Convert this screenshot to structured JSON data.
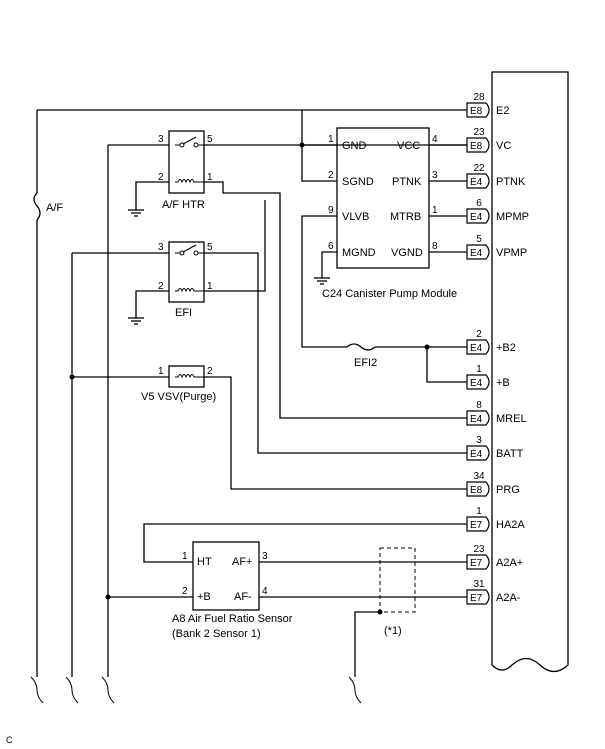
{
  "ecm": {
    "terminals": [
      {
        "pin": "28",
        "conn": "E8",
        "signal": "E2"
      },
      {
        "pin": "23",
        "conn": "E8",
        "signal": "VC"
      },
      {
        "pin": "22",
        "conn": "E4",
        "signal": "PTNK"
      },
      {
        "pin": "6",
        "conn": "E4",
        "signal": "MPMP"
      },
      {
        "pin": "5",
        "conn": "E4",
        "signal": "VPMP"
      },
      {
        "pin": "2",
        "conn": "E4",
        "signal": "+B2"
      },
      {
        "pin": "1",
        "conn": "E4",
        "signal": "+B"
      },
      {
        "pin": "8",
        "conn": "E4",
        "signal": "MREL"
      },
      {
        "pin": "3",
        "conn": "E4",
        "signal": "BATT"
      },
      {
        "pin": "34",
        "conn": "E8",
        "signal": "PRG"
      },
      {
        "pin": "1",
        "conn": "E7",
        "signal": "HA2A"
      },
      {
        "pin": "23",
        "conn": "E7",
        "signal": "A2A+"
      },
      {
        "pin": "31",
        "conn": "E7",
        "signal": "A2A-"
      }
    ]
  },
  "fuses": {
    "af": "A/F",
    "efi2": "EFI2"
  },
  "relays": {
    "af_htr": {
      "name": "A/F HTR",
      "pins": [
        "3",
        "5",
        "2",
        "1"
      ]
    },
    "efi": {
      "name": "EFI",
      "pins": [
        "3",
        "5",
        "2",
        "1"
      ]
    }
  },
  "vsv": {
    "name": "V5 VSV(Purge)",
    "pins": [
      "1",
      "2"
    ]
  },
  "canister_module": {
    "name": "C24 Canister Pump Module",
    "pins": {
      "gnd": {
        "num": "1",
        "label": "GND"
      },
      "sgnd": {
        "num": "2",
        "label": "SGND"
      },
      "vlvb": {
        "num": "9",
        "label": "VLVB"
      },
      "mgnd": {
        "num": "6",
        "label": "MGND"
      },
      "vcc": {
        "num": "4",
        "label": "VCC"
      },
      "ptnk": {
        "num": "3",
        "label": "PTNK"
      },
      "mtrb": {
        "num": "1",
        "label": "MTRB"
      },
      "vgnd": {
        "num": "8",
        "label": "VGND"
      }
    }
  },
  "af_sensor": {
    "name_line1": "A8 Air Fuel Ratio Sensor",
    "name_line2": "(Bank 2 Sensor 1)",
    "pins": {
      "ht": {
        "num": "1",
        "label": "HT"
      },
      "b": {
        "num": "2",
        "label": "+B"
      },
      "afp": {
        "num": "3",
        "label": "AF+"
      },
      "afm": {
        "num": "4",
        "label": "AF-"
      }
    }
  },
  "shield_note": "(*1)",
  "corner_mark": "C"
}
